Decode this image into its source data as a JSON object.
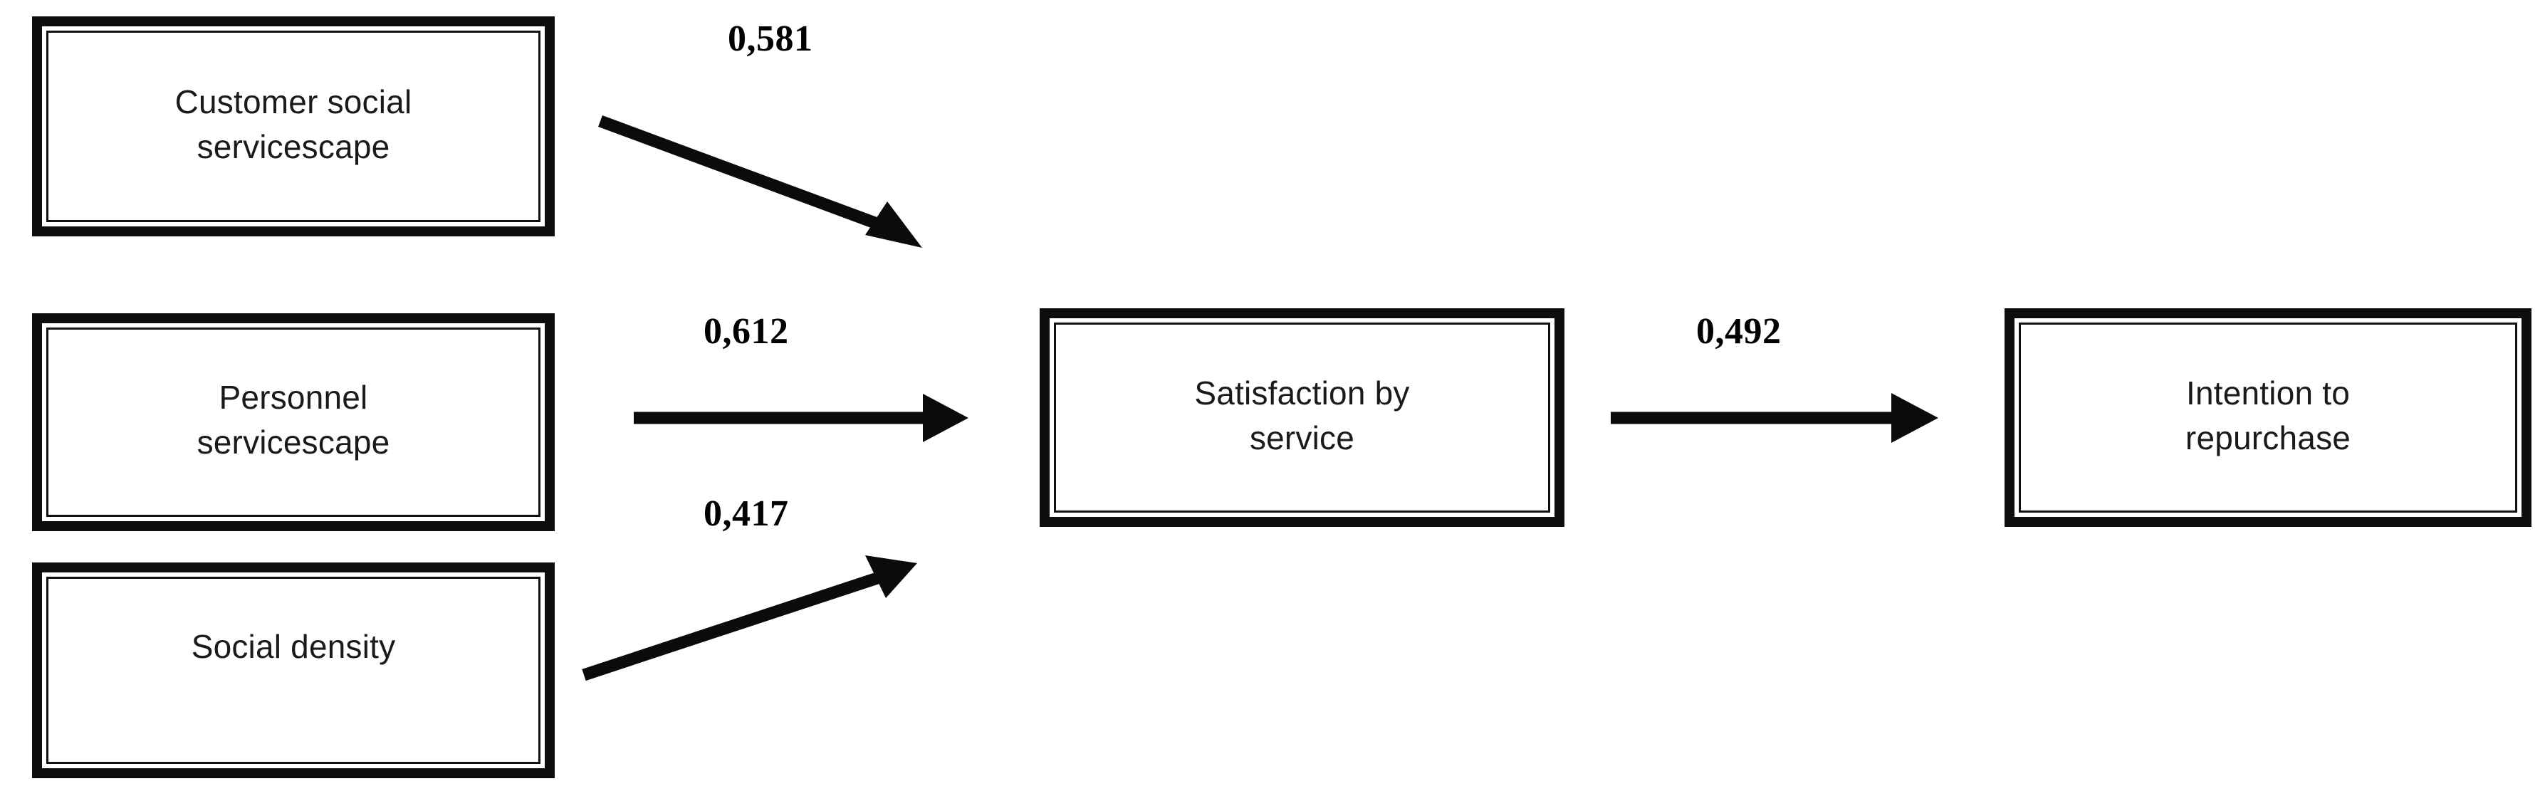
{
  "diagram": {
    "type": "path-model",
    "background_color": "#ffffff",
    "node_border_color": "#0d0d0d",
    "arrow_color": "#0b0b0b",
    "coefficient_color": "#000000",
    "nodes": [
      {
        "id": "customer-social-servicescape",
        "label": "Customer social\nservicescape"
      },
      {
        "id": "personnel-servicescape",
        "label": "Personnel\nservicescape"
      },
      {
        "id": "social-density",
        "label": "Social density"
      },
      {
        "id": "satisfaction-by-service",
        "label": "Satisfaction by\nservice"
      },
      {
        "id": "intention-to-repurchase",
        "label": "Intention to\nrepurchase"
      }
    ],
    "edges": [
      {
        "id": "edge-customer-to-satisfaction",
        "from": "customer-social-servicescape",
        "to": "satisfaction-by-service",
        "coefficient": "0,581",
        "direction": "down-right"
      },
      {
        "id": "edge-personnel-to-satisfaction",
        "from": "personnel-servicescape",
        "to": "satisfaction-by-service",
        "coefficient": "0,612",
        "direction": "right"
      },
      {
        "id": "edge-density-to-satisfaction",
        "from": "social-density",
        "to": "satisfaction-by-service",
        "coefficient": "0,417",
        "direction": "up-right"
      },
      {
        "id": "edge-satisfaction-to-intention",
        "from": "satisfaction-by-service",
        "to": "intention-to-repurchase",
        "coefficient": "0,492",
        "direction": "right"
      }
    ]
  }
}
